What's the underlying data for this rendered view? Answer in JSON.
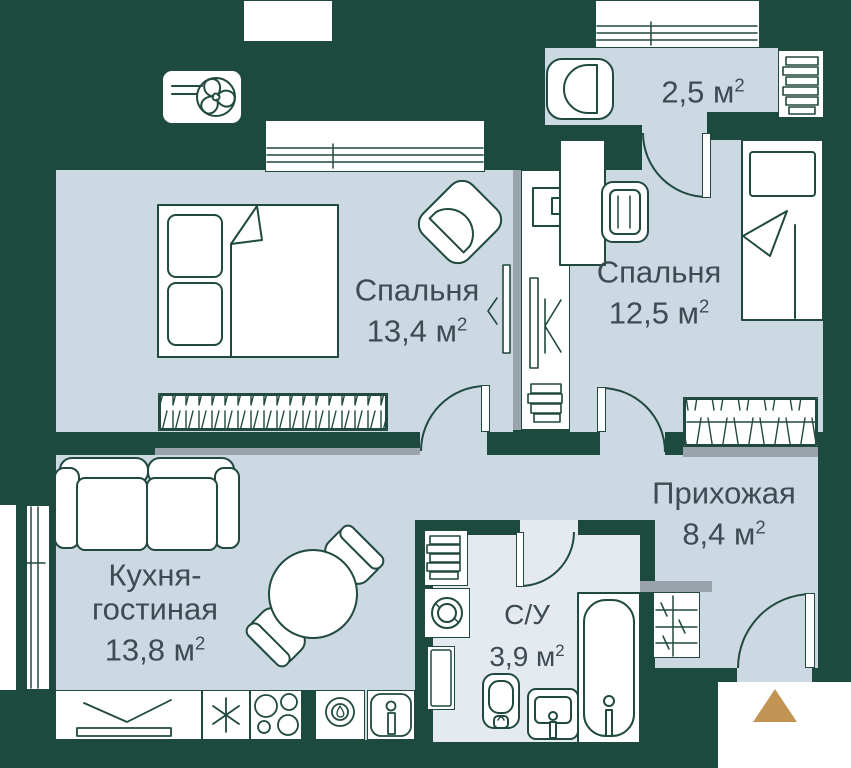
{
  "meta": {
    "type": "apartment-floor-plan",
    "style": "2D top-down real-estate plan"
  },
  "colors": {
    "wall_green": "#1d4a3e",
    "floor": "#cdd9e2",
    "bathroom_floor": "#e4eaef",
    "outline": "#20493f",
    "gray_sill": "#9aa3ab",
    "entrance_marker": "#c19454",
    "label_text": "#3e4b53",
    "white": "#ffffff"
  },
  "rooms": {
    "bedroom1": {
      "name": "Спальня",
      "area": "13,4 м",
      "exp": "2"
    },
    "bedroom2": {
      "name": "Спальня",
      "area": "12,5 м",
      "exp": "2"
    },
    "loggia": {
      "area": "2,5 м",
      "exp": "2"
    },
    "hallway": {
      "name": "Прихожая",
      "area": "8,4 м",
      "exp": "2"
    },
    "kitchen_living": {
      "name_line1": "Кухня-",
      "name_line2": "гостиная",
      "area": "13,8 м",
      "exp": "2"
    },
    "bathroom": {
      "name": "С/У",
      "area": "3,9 м",
      "exp": "2"
    }
  },
  "icons": {
    "entrance_marker": "triangle-up",
    "hvac": "fan-unit"
  }
}
